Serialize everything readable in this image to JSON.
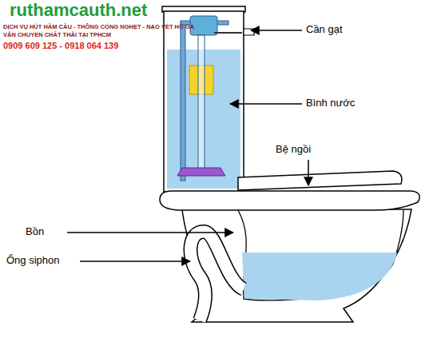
{
  "diagram": {
    "labels": [
      "ruthamcauth.net",
      "DỊCH VỤ HÚT HẦM CẦU - THÔNG CỐNG NGHẸT - NẠO VÉT HỐ GA",
      "VẬN CHUYỂN CHẤT THẢI TẠI TPHCM",
      "0909 609 125 - 0918 064 139",
      "Cần gạt",
      "Bình nước",
      "Bệ ngồi",
      "Bồn",
      "Ống siphon"
    ]
  }
}
